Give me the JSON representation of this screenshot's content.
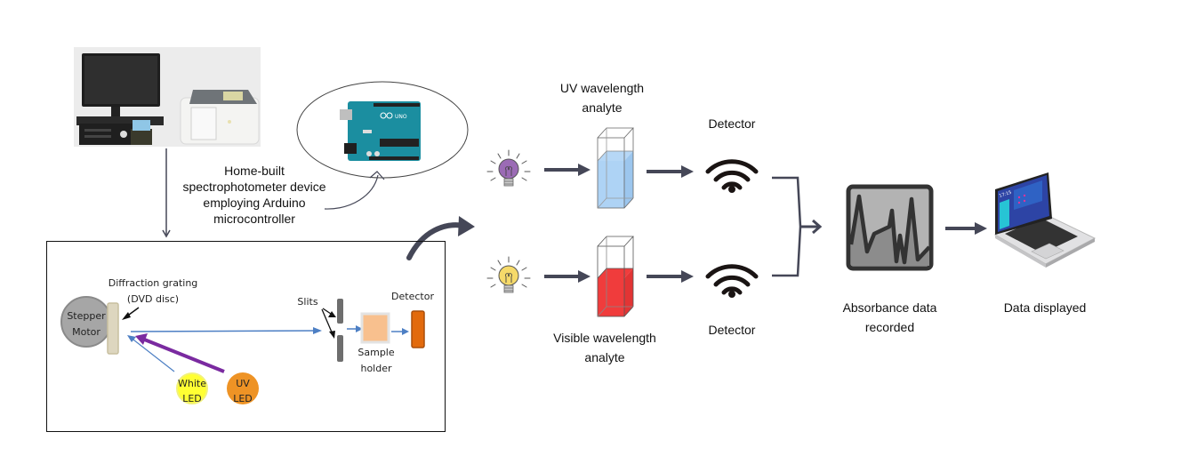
{
  "figure": {
    "commercial_photo": {
      "icon": "commercial-spectrophotometer-photo",
      "items": [
        "monitor",
        "keyboard",
        "desktop-computer",
        "cuvette-holder",
        "uv-vis-spectrophotometer"
      ]
    },
    "arduino": {
      "icon": "arduino-uno-board",
      "board_label": "UNO",
      "caption": {
        "line1": "Home-built",
        "line2": "spectrophotometer device",
        "line3": "employing Arduino",
        "line4": "microcontroller"
      }
    },
    "schematic": {
      "stepper_motor": {
        "line1": "Stepper",
        "line2": "Motor"
      },
      "grating": {
        "line1": "Diffraction grating",
        "line2": "(DVD disc)"
      },
      "slits": "Slits",
      "sample_holder": {
        "line1": "Sample",
        "line2": "holder"
      },
      "detector": "Detector",
      "white_led": {
        "line1": "White",
        "line2": "LED"
      },
      "uv_led": {
        "line1": "UV",
        "line2": "LED"
      }
    },
    "uv_path": {
      "bulb_icon": "purple-light-bulb",
      "analyte_label": {
        "line1": "UV wavelength",
        "line2": "analyte"
      },
      "detector_label": "Detector"
    },
    "visible_path": {
      "bulb_icon": "yellow-light-bulb",
      "analyte_label": {
        "line1": "Visible wavelength",
        "line2": "analyte"
      },
      "detector_label": "Detector"
    },
    "absorbance": {
      "icon": "line-chart-icon",
      "label": {
        "line1": "Absorbance data",
        "line2": "recorded"
      }
    },
    "display": {
      "icon": "laptop-icon",
      "screen_time": "17:15",
      "label": "Data displayed"
    }
  },
  "colors": {
    "arrow_dark": "#454757",
    "uv_bulb": "#9b6bb5",
    "visible_bulb": "#f6da6a",
    "uv_liquid": "#aed3f5",
    "visible_liquid": "#f03c3c",
    "beam_blue": "#4d7fc4",
    "uv_beam": "#7a2aa0",
    "motor_gray": "#a6a6a6",
    "grating": "#ddd6bf",
    "white_led": "#ffff33",
    "uv_led": "#ee9325",
    "sample": "#f8c08e",
    "detector_orange": "#e26a0c",
    "arduino_teal": "#1b8ea0"
  }
}
